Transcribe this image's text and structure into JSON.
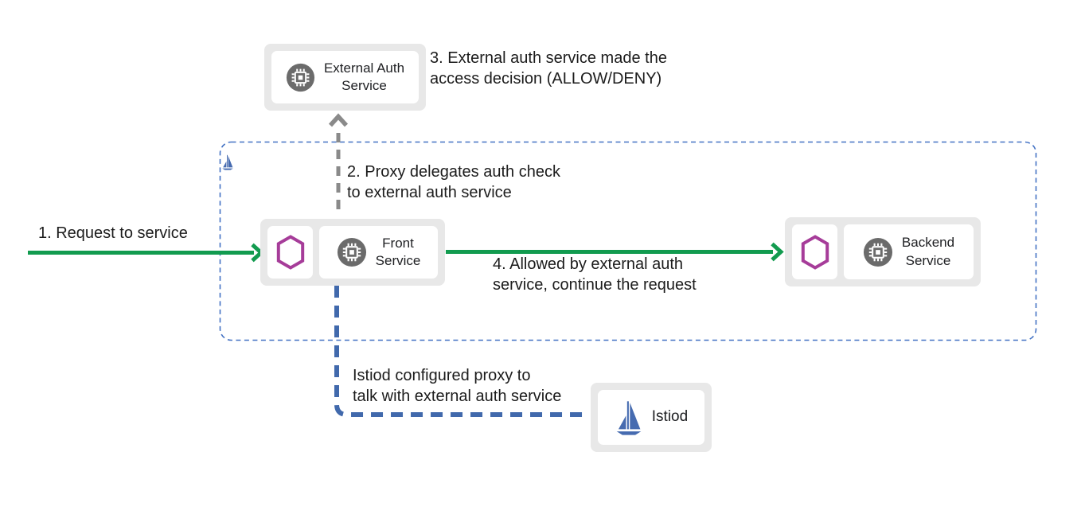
{
  "colors": {
    "arrow_green": "#129b4f",
    "arrow_gray": "#8a8a8a",
    "istiod_link_blue": "#4169ac",
    "mesh_boundary_blue": "#4472c4",
    "proxy_hexagon_purple": "#a63c99",
    "chip_circle_gray": "#6b6b6b",
    "istio_logo_blue": "#466bb0",
    "node_background_gray": "#e8e8e8"
  },
  "nodes": {
    "external_auth": {
      "label": "External Auth\nService",
      "icon": "chip-icon"
    },
    "front_service": {
      "label": "Front\nService",
      "icon": "chip-icon",
      "sidecar_icon": "envoy-proxy-hexagon-icon"
    },
    "backend_service": {
      "label": "Backend\nService",
      "icon": "chip-icon",
      "sidecar_icon": "envoy-proxy-hexagon-icon"
    },
    "istiod": {
      "label": "Istiod",
      "icon": "istio-sail-icon"
    }
  },
  "mesh": {
    "icon": "istio-sail-icon"
  },
  "annotations": {
    "step1": "1. Request to service",
    "step2": "2. Proxy delegates auth check\nto external auth service",
    "step3": "3. External auth service made the\naccess decision (ALLOW/DENY)",
    "step4": "4. Allowed by external auth\nservice, continue the request",
    "istiod_config": "Istiod configured proxy to\ntalk with external auth service"
  }
}
